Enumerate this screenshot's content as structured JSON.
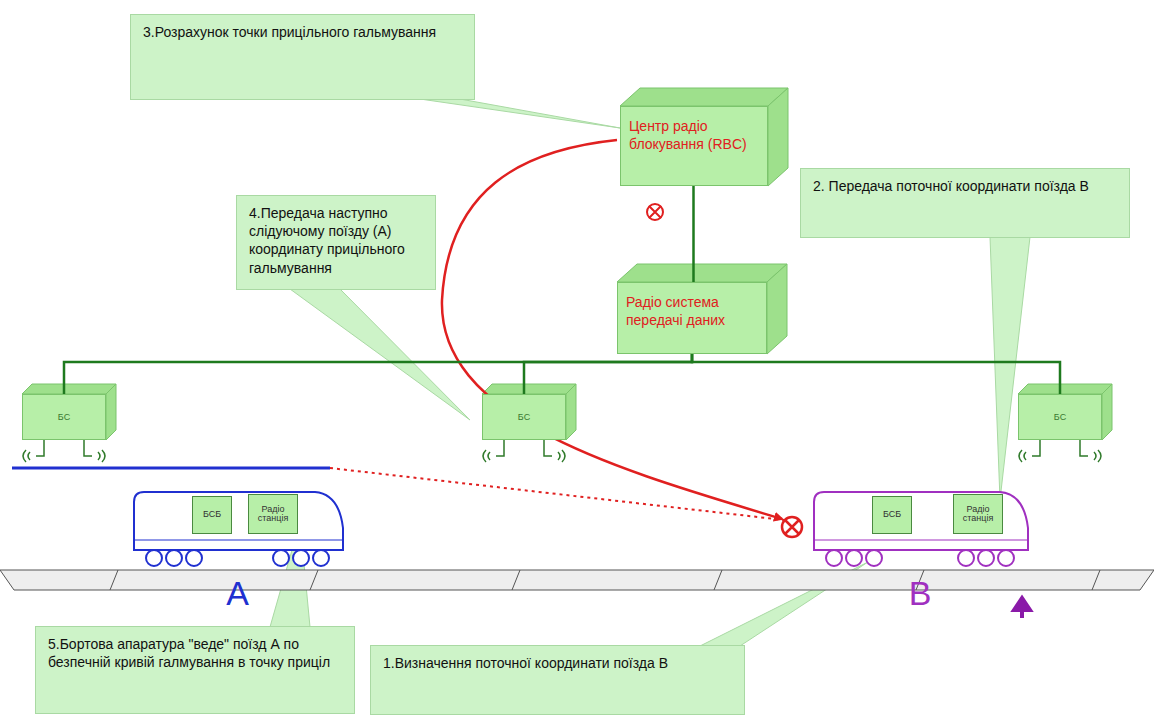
{
  "diagram": {
    "nodes": [
      {
        "text": [
          "3.Розрахунок точки прицільного гальмування"
        ]
      },
      {
        "text": [
          "Центр радіо блокування (RBC)"
        ]
      },
      {
        "text": [
          "2. Передача поточної координати поїзда В"
        ]
      },
      {
        "text": [
          "4.Передача наступно слідуючому поїзду (А) координату прицільного гальмування"
        ]
      },
      {
        "text": [
          "Радіо система передачі даних"
        ]
      },
      {
        "text": [
          "БС"
        ]
      },
      {
        "text": [
          "БС"
        ]
      },
      {
        "text": [
          "БС"
        ]
      },
      {
        "text": [
          "A"
        ]
      },
      {
        "text": [
          "БСБ"
        ],
        "in": 8
      },
      {
        "text": [
          "Радіо станція"
        ],
        "in": 8
      },
      {
        "text": [
          "B"
        ]
      },
      {
        "text": [
          "БСБ"
        ],
        "in": 11
      },
      {
        "text": [
          "Радіо станція"
        ],
        "in": 11
      },
      {
        "text": [
          "5.Бортова апаратура \"веде\" поїзд А по безпечній кривій галмування в точку приціл"
        ]
      },
      {
        "text": [
          "1.Визначення поточної координати поїзда В"
        ]
      }
    ],
    "edges": [
      {
        "from": 1,
        "to": 4,
        "arrow": "none"
      },
      {
        "from": 4,
        "to": 5,
        "arrow": "none"
      },
      {
        "from": 4,
        "to": 6,
        "arrow": "none"
      },
      {
        "from": 4,
        "to": 7,
        "arrow": "none"
      },
      {
        "from": 9,
        "to": 10,
        "arrow": "none"
      },
      {
        "from": 12,
        "to": 13,
        "arrow": "none"
      }
    ]
  }
}
